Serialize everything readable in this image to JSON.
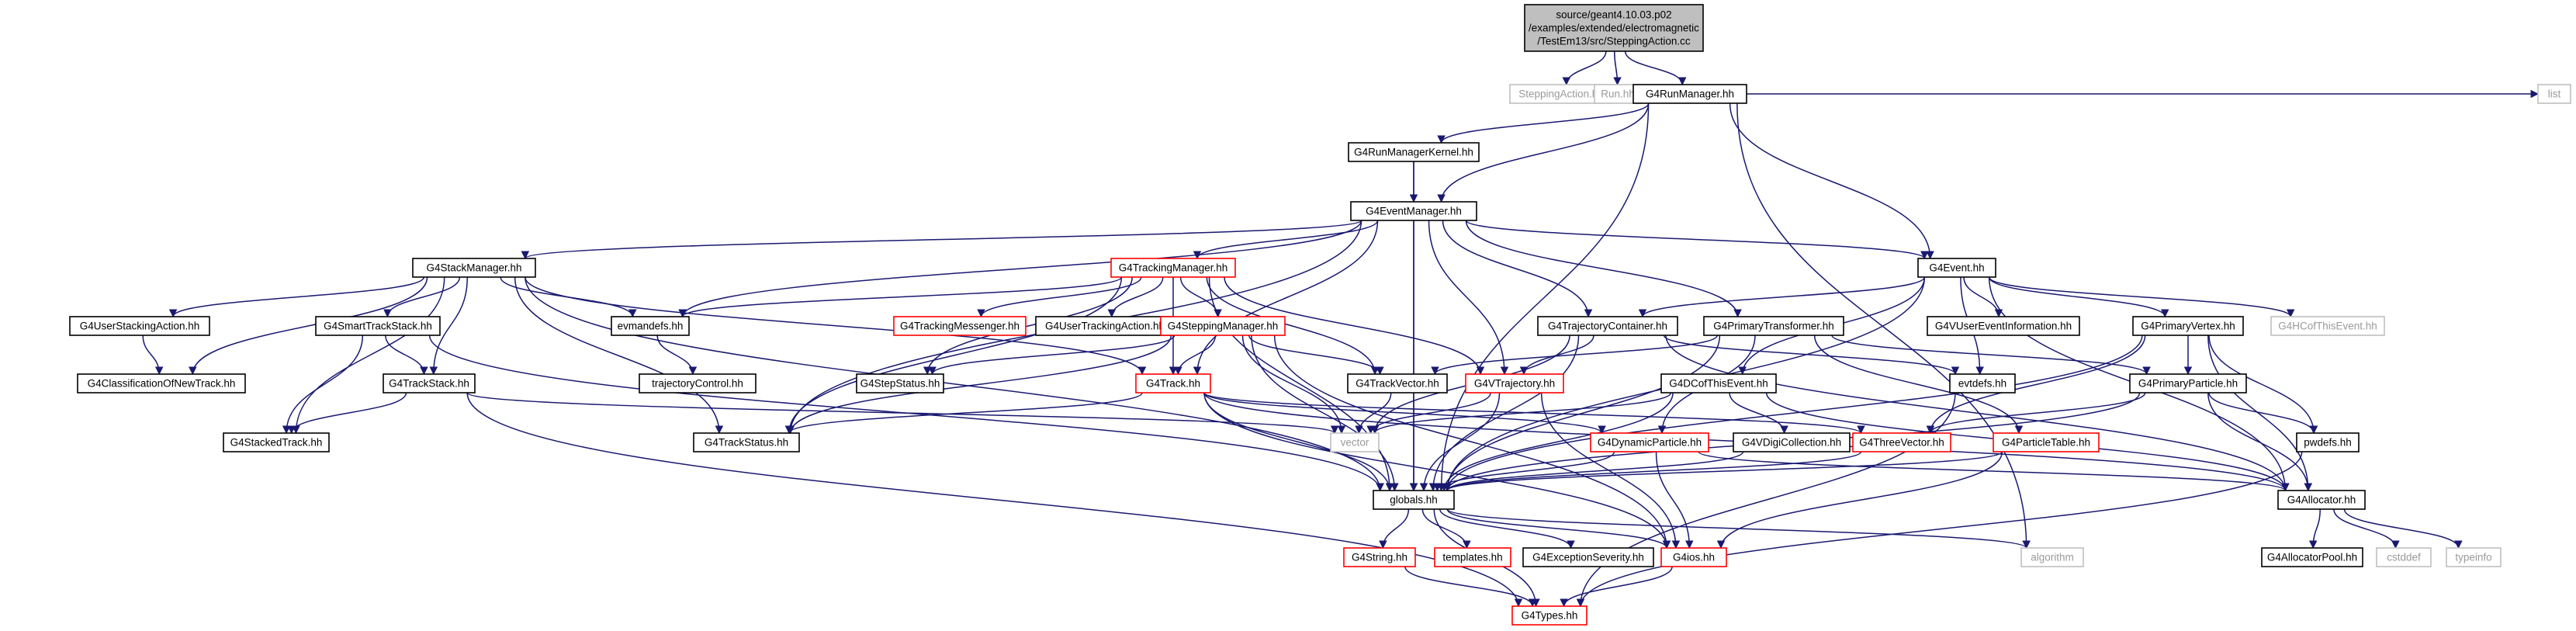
{
  "graph": {
    "colors": {
      "edge": "#191970",
      "text_normal": "#000000",
      "text_muted": "#9a9a9a",
      "border_normal": "#000000",
      "border_red": "#ff0000",
      "border_muted": "#bfbfbf",
      "root_fill": "#bfbfbf"
    },
    "nodes": [
      {
        "id": "root",
        "lines": [
          "source/geant4.10.03.p02",
          "/examples/extended/electromagnetic",
          "/TestEm13/src/SteppingAction.cc"
        ],
        "style": "root"
      },
      {
        "id": "steppingaction",
        "lines": [
          "SteppingAction.hh"
        ],
        "style": "muted"
      },
      {
        "id": "run",
        "lines": [
          "Run.hh"
        ],
        "style": "muted"
      },
      {
        "id": "runmanager",
        "lines": [
          "G4RunManager.hh"
        ],
        "style": "normal"
      },
      {
        "id": "list",
        "lines": [
          "list"
        ],
        "style": "muted"
      },
      {
        "id": "runmanagerkernel",
        "lines": [
          "G4RunManagerKernel.hh"
        ],
        "style": "normal"
      },
      {
        "id": "eventmanager",
        "lines": [
          "G4EventManager.hh"
        ],
        "style": "normal"
      },
      {
        "id": "stackmanager",
        "lines": [
          "G4StackManager.hh"
        ],
        "style": "normal"
      },
      {
        "id": "trackingmanager",
        "lines": [
          "G4TrackingManager.hh"
        ],
        "style": "red"
      },
      {
        "id": "event",
        "lines": [
          "G4Event.hh"
        ],
        "style": "normal"
      },
      {
        "id": "userstackingaction",
        "lines": [
          "G4UserStackingAction.hh"
        ],
        "style": "normal"
      },
      {
        "id": "smarttrackstack",
        "lines": [
          "G4SmartTrackStack.hh"
        ],
        "style": "normal"
      },
      {
        "id": "evmandefs",
        "lines": [
          "evmandefs.hh"
        ],
        "style": "normal"
      },
      {
        "id": "trackingmessenger",
        "lines": [
          "G4TrackingMessenger.hh"
        ],
        "style": "red"
      },
      {
        "id": "usertrackingaction",
        "lines": [
          "G4UserTrackingAction.hh"
        ],
        "style": "normal"
      },
      {
        "id": "steppingmanager",
        "lines": [
          "G4SteppingManager.hh"
        ],
        "style": "red"
      },
      {
        "id": "trajectorycontainer",
        "lines": [
          "G4TrajectoryContainer.hh"
        ],
        "style": "normal"
      },
      {
        "id": "primarytransformer",
        "lines": [
          "G4PrimaryTransformer.hh"
        ],
        "style": "normal"
      },
      {
        "id": "vusereventinformation",
        "lines": [
          "G4VUserEventInformation.hh"
        ],
        "style": "normal"
      },
      {
        "id": "primaryvertex",
        "lines": [
          "G4PrimaryVertex.hh"
        ],
        "style": "normal"
      },
      {
        "id": "hcofthisevent",
        "lines": [
          "G4HCofThisEvent.hh"
        ],
        "style": "muted"
      },
      {
        "id": "classificationofnewtrack",
        "lines": [
          "G4ClassificationOfNewTrack.hh"
        ],
        "style": "normal"
      },
      {
        "id": "trackstack",
        "lines": [
          "G4TrackStack.hh"
        ],
        "style": "normal"
      },
      {
        "id": "trajectorycontrol",
        "lines": [
          "trajectoryControl.hh"
        ],
        "style": "normal"
      },
      {
        "id": "stepstatus",
        "lines": [
          "G4StepStatus.hh"
        ],
        "style": "normal"
      },
      {
        "id": "track",
        "lines": [
          "G4Track.hh"
        ],
        "style": "red"
      },
      {
        "id": "trackvector",
        "lines": [
          "G4TrackVector.hh"
        ],
        "style": "normal"
      },
      {
        "id": "vtrajectory",
        "lines": [
          "G4VTrajectory.hh"
        ],
        "style": "red"
      },
      {
        "id": "dcofthisevent",
        "lines": [
          "G4DCofThisEvent.hh"
        ],
        "style": "normal"
      },
      {
        "id": "evtdefs",
        "lines": [
          "evtdefs.hh"
        ],
        "style": "normal"
      },
      {
        "id": "primaryparticle",
        "lines": [
          "G4PrimaryParticle.hh"
        ],
        "style": "normal"
      },
      {
        "id": "stackedtrack",
        "lines": [
          "G4StackedTrack.hh"
        ],
        "style": "normal"
      },
      {
        "id": "trackstatus",
        "lines": [
          "G4TrackStatus.hh"
        ],
        "style": "normal"
      },
      {
        "id": "vector",
        "lines": [
          "vector"
        ],
        "style": "muted"
      },
      {
        "id": "dynamicparticle",
        "lines": [
          "G4DynamicParticle.hh"
        ],
        "style": "red"
      },
      {
        "id": "vdigicollection",
        "lines": [
          "G4VDigiCollection.hh"
        ],
        "style": "normal"
      },
      {
        "id": "threevector",
        "lines": [
          "G4ThreeVector.hh"
        ],
        "style": "red"
      },
      {
        "id": "particletable",
        "lines": [
          "G4ParticleTable.hh"
        ],
        "style": "red"
      },
      {
        "id": "pwdefs",
        "lines": [
          "pwdefs.hh"
        ],
        "style": "normal"
      },
      {
        "id": "globals",
        "lines": [
          "globals.hh"
        ],
        "style": "normal"
      },
      {
        "id": "allocator",
        "lines": [
          "G4Allocator.hh"
        ],
        "style": "normal"
      },
      {
        "id": "string",
        "lines": [
          "G4String.hh"
        ],
        "style": "red"
      },
      {
        "id": "templates",
        "lines": [
          "templates.hh"
        ],
        "style": "red"
      },
      {
        "id": "exceptionseverity",
        "lines": [
          "G4ExceptionSeverity.hh"
        ],
        "style": "normal"
      },
      {
        "id": "ios",
        "lines": [
          "G4ios.hh"
        ],
        "style": "red"
      },
      {
        "id": "algorithm",
        "lines": [
          "algorithm"
        ],
        "style": "muted"
      },
      {
        "id": "allocatorpool",
        "lines": [
          "G4AllocatorPool.hh"
        ],
        "style": "normal"
      },
      {
        "id": "cstddef",
        "lines": [
          "cstddef"
        ],
        "style": "muted"
      },
      {
        "id": "typeinfo",
        "lines": [
          "typeinfo"
        ],
        "style": "muted"
      },
      {
        "id": "types",
        "lines": [
          "G4Types.hh"
        ],
        "style": "red"
      }
    ],
    "edges": [
      [
        "root",
        "steppingaction"
      ],
      [
        "root",
        "run"
      ],
      [
        "root",
        "runmanager"
      ],
      [
        "runmanager",
        "list"
      ],
      [
        "runmanager",
        "runmanagerkernel"
      ],
      [
        "runmanager",
        "eventmanager"
      ],
      [
        "runmanager",
        "event"
      ],
      [
        "runmanager",
        "globals"
      ],
      [
        "runmanager",
        "algorithm"
      ],
      [
        "runmanagerkernel",
        "eventmanager"
      ],
      [
        "runmanagerkernel",
        "globals"
      ],
      [
        "eventmanager",
        "stackmanager"
      ],
      [
        "eventmanager",
        "trackingmanager"
      ],
      [
        "eventmanager",
        "evmandefs"
      ],
      [
        "eventmanager",
        "trajectorycontainer"
      ],
      [
        "eventmanager",
        "primarytransformer"
      ],
      [
        "eventmanager",
        "event"
      ],
      [
        "eventmanager",
        "trackstatus"
      ],
      [
        "eventmanager",
        "track"
      ],
      [
        "eventmanager",
        "vtrajectory"
      ],
      [
        "eventmanager",
        "globals"
      ],
      [
        "stackmanager",
        "userstackingaction"
      ],
      [
        "stackmanager",
        "classificationofnewtrack"
      ],
      [
        "stackmanager",
        "smarttrackstack"
      ],
      [
        "stackmanager",
        "trackstack"
      ],
      [
        "stackmanager",
        "stackedtrack"
      ],
      [
        "stackmanager",
        "evmandefs"
      ],
      [
        "stackmanager",
        "track"
      ],
      [
        "stackmanager",
        "trackstatus"
      ],
      [
        "stackmanager",
        "globals"
      ],
      [
        "userstackingaction",
        "classificationofnewtrack"
      ],
      [
        "smarttrackstack",
        "trackstack"
      ],
      [
        "smarttrackstack",
        "stackedtrack"
      ],
      [
        "smarttrackstack",
        "globals"
      ],
      [
        "trackstack",
        "stackedtrack"
      ],
      [
        "trackstack",
        "vector"
      ],
      [
        "trackstack",
        "types"
      ],
      [
        "evmandefs",
        "trajectorycontrol"
      ],
      [
        "trackingmanager",
        "trackingmessenger"
      ],
      [
        "trackingmanager",
        "usertrackingaction"
      ],
      [
        "trackingmanager",
        "steppingmanager"
      ],
      [
        "trackingmanager",
        "evmandefs"
      ],
      [
        "trackingmanager",
        "stepstatus"
      ],
      [
        "trackingmanager",
        "track"
      ],
      [
        "trackingmanager",
        "trackvector"
      ],
      [
        "trackingmanager",
        "vtrajectory"
      ],
      [
        "trackingmanager",
        "trackstatus"
      ],
      [
        "trackingmanager",
        "globals"
      ],
      [
        "steppingmanager",
        "stepstatus"
      ],
      [
        "steppingmanager",
        "track"
      ],
      [
        "steppingmanager",
        "trackvector"
      ],
      [
        "steppingmanager",
        "trackstatus"
      ],
      [
        "steppingmanager",
        "vector"
      ],
      [
        "steppingmanager",
        "globals"
      ],
      [
        "steppingmanager",
        "ios"
      ],
      [
        "track",
        "trackstatus"
      ],
      [
        "track",
        "threevector"
      ],
      [
        "track",
        "dynamicparticle"
      ],
      [
        "track",
        "globals"
      ],
      [
        "track",
        "allocator"
      ],
      [
        "track",
        "ios"
      ],
      [
        "trackvector",
        "vector"
      ],
      [
        "vtrajectory",
        "vector"
      ],
      [
        "vtrajectory",
        "globals"
      ],
      [
        "vtrajectory",
        "ios"
      ],
      [
        "trajectorycontainer",
        "vtrajectory"
      ],
      [
        "trajectorycontainer",
        "vector"
      ],
      [
        "trajectorycontainer",
        "globals"
      ],
      [
        "trajectorycontainer",
        "evtdefs"
      ],
      [
        "trajectorycontainer",
        "allocator"
      ],
      [
        "primarytransformer",
        "trackvector"
      ],
      [
        "primarytransformer",
        "primaryparticle"
      ],
      [
        "primarytransformer",
        "particletable"
      ],
      [
        "primarytransformer",
        "dynamicparticle"
      ],
      [
        "primarytransformer",
        "globals"
      ],
      [
        "event",
        "vusereventinformation"
      ],
      [
        "event",
        "trajectorycontainer"
      ],
      [
        "event",
        "primaryvertex"
      ],
      [
        "event",
        "hcofthisevent"
      ],
      [
        "event",
        "dcofthisevent"
      ],
      [
        "event",
        "evtdefs"
      ],
      [
        "event",
        "globals"
      ],
      [
        "event",
        "allocator"
      ],
      [
        "primaryvertex",
        "primaryparticle"
      ],
      [
        "primaryvertex",
        "threevector"
      ],
      [
        "primaryvertex",
        "globals"
      ],
      [
        "primaryvertex",
        "allocator"
      ],
      [
        "primaryvertex",
        "pwdefs"
      ],
      [
        "primaryparticle",
        "threevector"
      ],
      [
        "primaryparticle",
        "pwdefs"
      ],
      [
        "primaryparticle",
        "globals"
      ],
      [
        "primaryparticle",
        "allocator"
      ],
      [
        "dcofthisevent",
        "vdigicollection"
      ],
      [
        "dcofthisevent",
        "vector"
      ],
      [
        "dcofthisevent",
        "globals"
      ],
      [
        "dcofthisevent",
        "allocator"
      ],
      [
        "vdigicollection",
        "globals"
      ],
      [
        "dynamicparticle",
        "globals"
      ],
      [
        "dynamicparticle",
        "allocator"
      ],
      [
        "dynamicparticle",
        "ios"
      ],
      [
        "threevector",
        "globals"
      ],
      [
        "particletable",
        "globals"
      ],
      [
        "particletable",
        "ios"
      ],
      [
        "evtdefs",
        "types"
      ],
      [
        "pwdefs",
        "types"
      ],
      [
        "globals",
        "string"
      ],
      [
        "globals",
        "templates"
      ],
      [
        "globals",
        "exceptionseverity"
      ],
      [
        "globals",
        "ios"
      ],
      [
        "globals",
        "algorithm"
      ],
      [
        "globals",
        "types"
      ],
      [
        "allocator",
        "allocatorpool"
      ],
      [
        "allocator",
        "cstddef"
      ],
      [
        "allocator",
        "typeinfo"
      ],
      [
        "string",
        "types"
      ],
      [
        "ios",
        "types"
      ]
    ]
  }
}
